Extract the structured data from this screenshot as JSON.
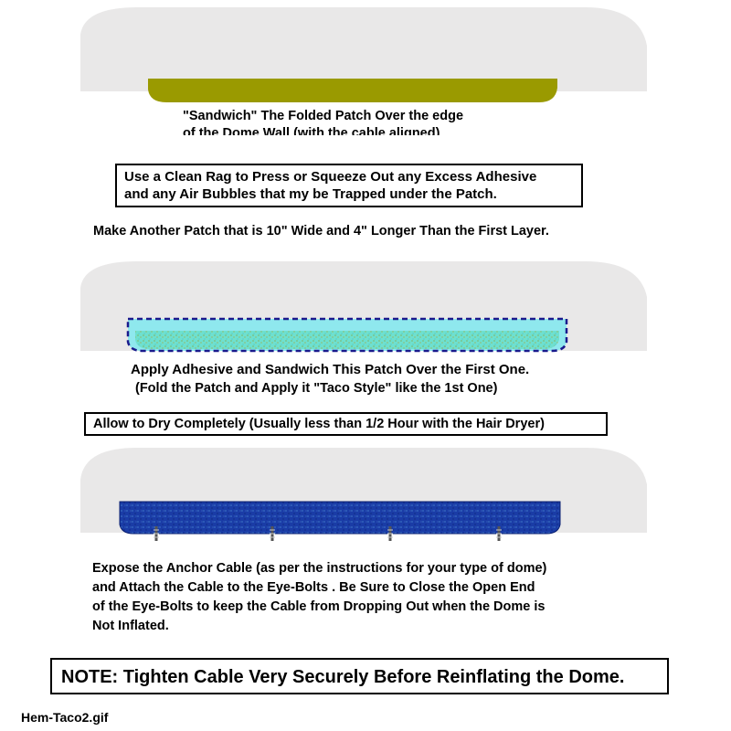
{
  "step1": {
    "caption": "\"Sandwich\" The Folded Patch Over the edge\nof the Dome Wall (with the cable aligned)"
  },
  "step2": {
    "boxed_text": "Use a Clean Rag to Press or Squeeze Out any Excess Adhesive\nand any Air Bubbles that my be Trapped under the Patch."
  },
  "step3": {
    "text": "Make Another Patch that is 10\" Wide and 4\" Longer Than the First Layer."
  },
  "step4": {
    "caption_line1": "Apply Adhesive and Sandwich This Patch Over the First One.",
    "caption_line2": "(Fold the Patch and Apply it \"Taco Style\" like the 1st One)"
  },
  "step5": {
    "boxed_text": "Allow to Dry Completely (Usually less than 1/2 Hour with the Hair Dryer)"
  },
  "step6": {
    "text": "Expose the Anchor Cable (as per the instructions for your type of dome)\nand Attach the Cable to the Eye-Bolts . Be Sure to Close the Open End\nof the Eye-Bolts to keep the Cable from Dropping Out when the Dome is\nNot Inflated."
  },
  "note": {
    "text": "NOTE: Tighten Cable Very Securely Before Reinflating the Dome."
  },
  "filename": "Hem-Taco2.gif",
  "colors": {
    "dome_wall": "#e9e8e8",
    "patch_olive": "#9a9a00",
    "patch_cyan": "#5fd6c8",
    "patch_blue": "#1b3fa8",
    "dashed_outline": "#1a1a8c"
  }
}
